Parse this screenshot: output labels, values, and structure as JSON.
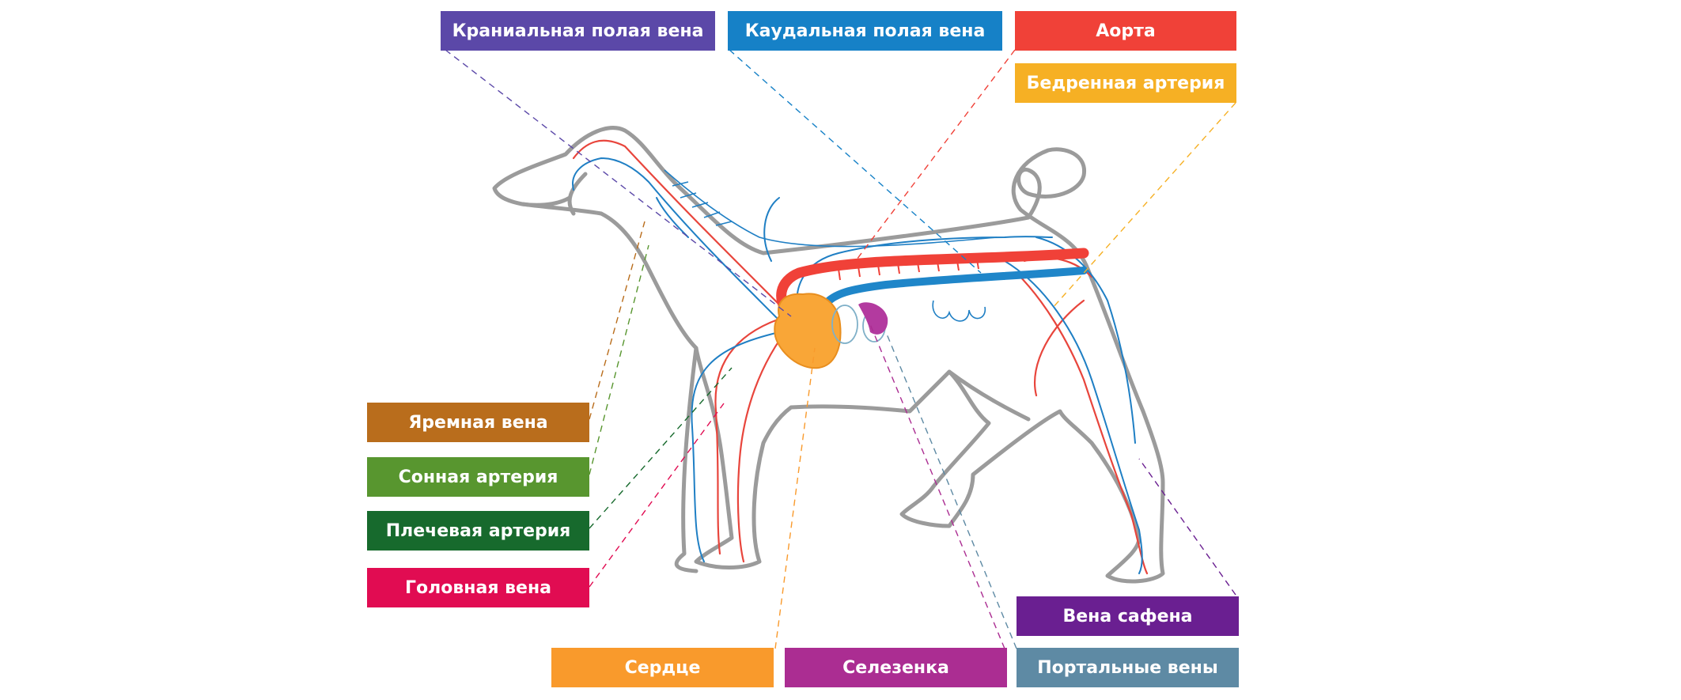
{
  "labels": {
    "cranial_vena_cava": "Краниальная полая вена",
    "caudal_vena_cava": "Каудальная полая вена",
    "aorta": "Аорта",
    "femoral_artery": "Бедренная артерия",
    "jugular_vein": "Яремная вена",
    "carotid_artery": "Сонная артерия",
    "brachial_artery": "Плечевая артерия",
    "cephalic_vein": "Головная вена",
    "saphenous_vein": "Вена сафена",
    "heart": "Сердце",
    "spleen": "Селезенка",
    "portal_veins": "Портальные вены"
  },
  "colors": {
    "cranial_vena_cava": "#5b48a8",
    "caudal_vena_cava": "#1681c7",
    "aorta": "#f04138",
    "femoral_artery": "#f6b024",
    "jugular_vein": "#b96d1c",
    "carotid_artery": "#58962f",
    "brachial_artery": "#176a2d",
    "cephalic_vein": "#e10c52",
    "saphenous_vein": "#6a1f91",
    "heart": "#f99a2c",
    "spleen": "#ab2d92",
    "portal_veins": "#5e8aa4",
    "outline": "#9b9b9b",
    "artery": "#e8453c",
    "vein": "#1f7fc4"
  }
}
